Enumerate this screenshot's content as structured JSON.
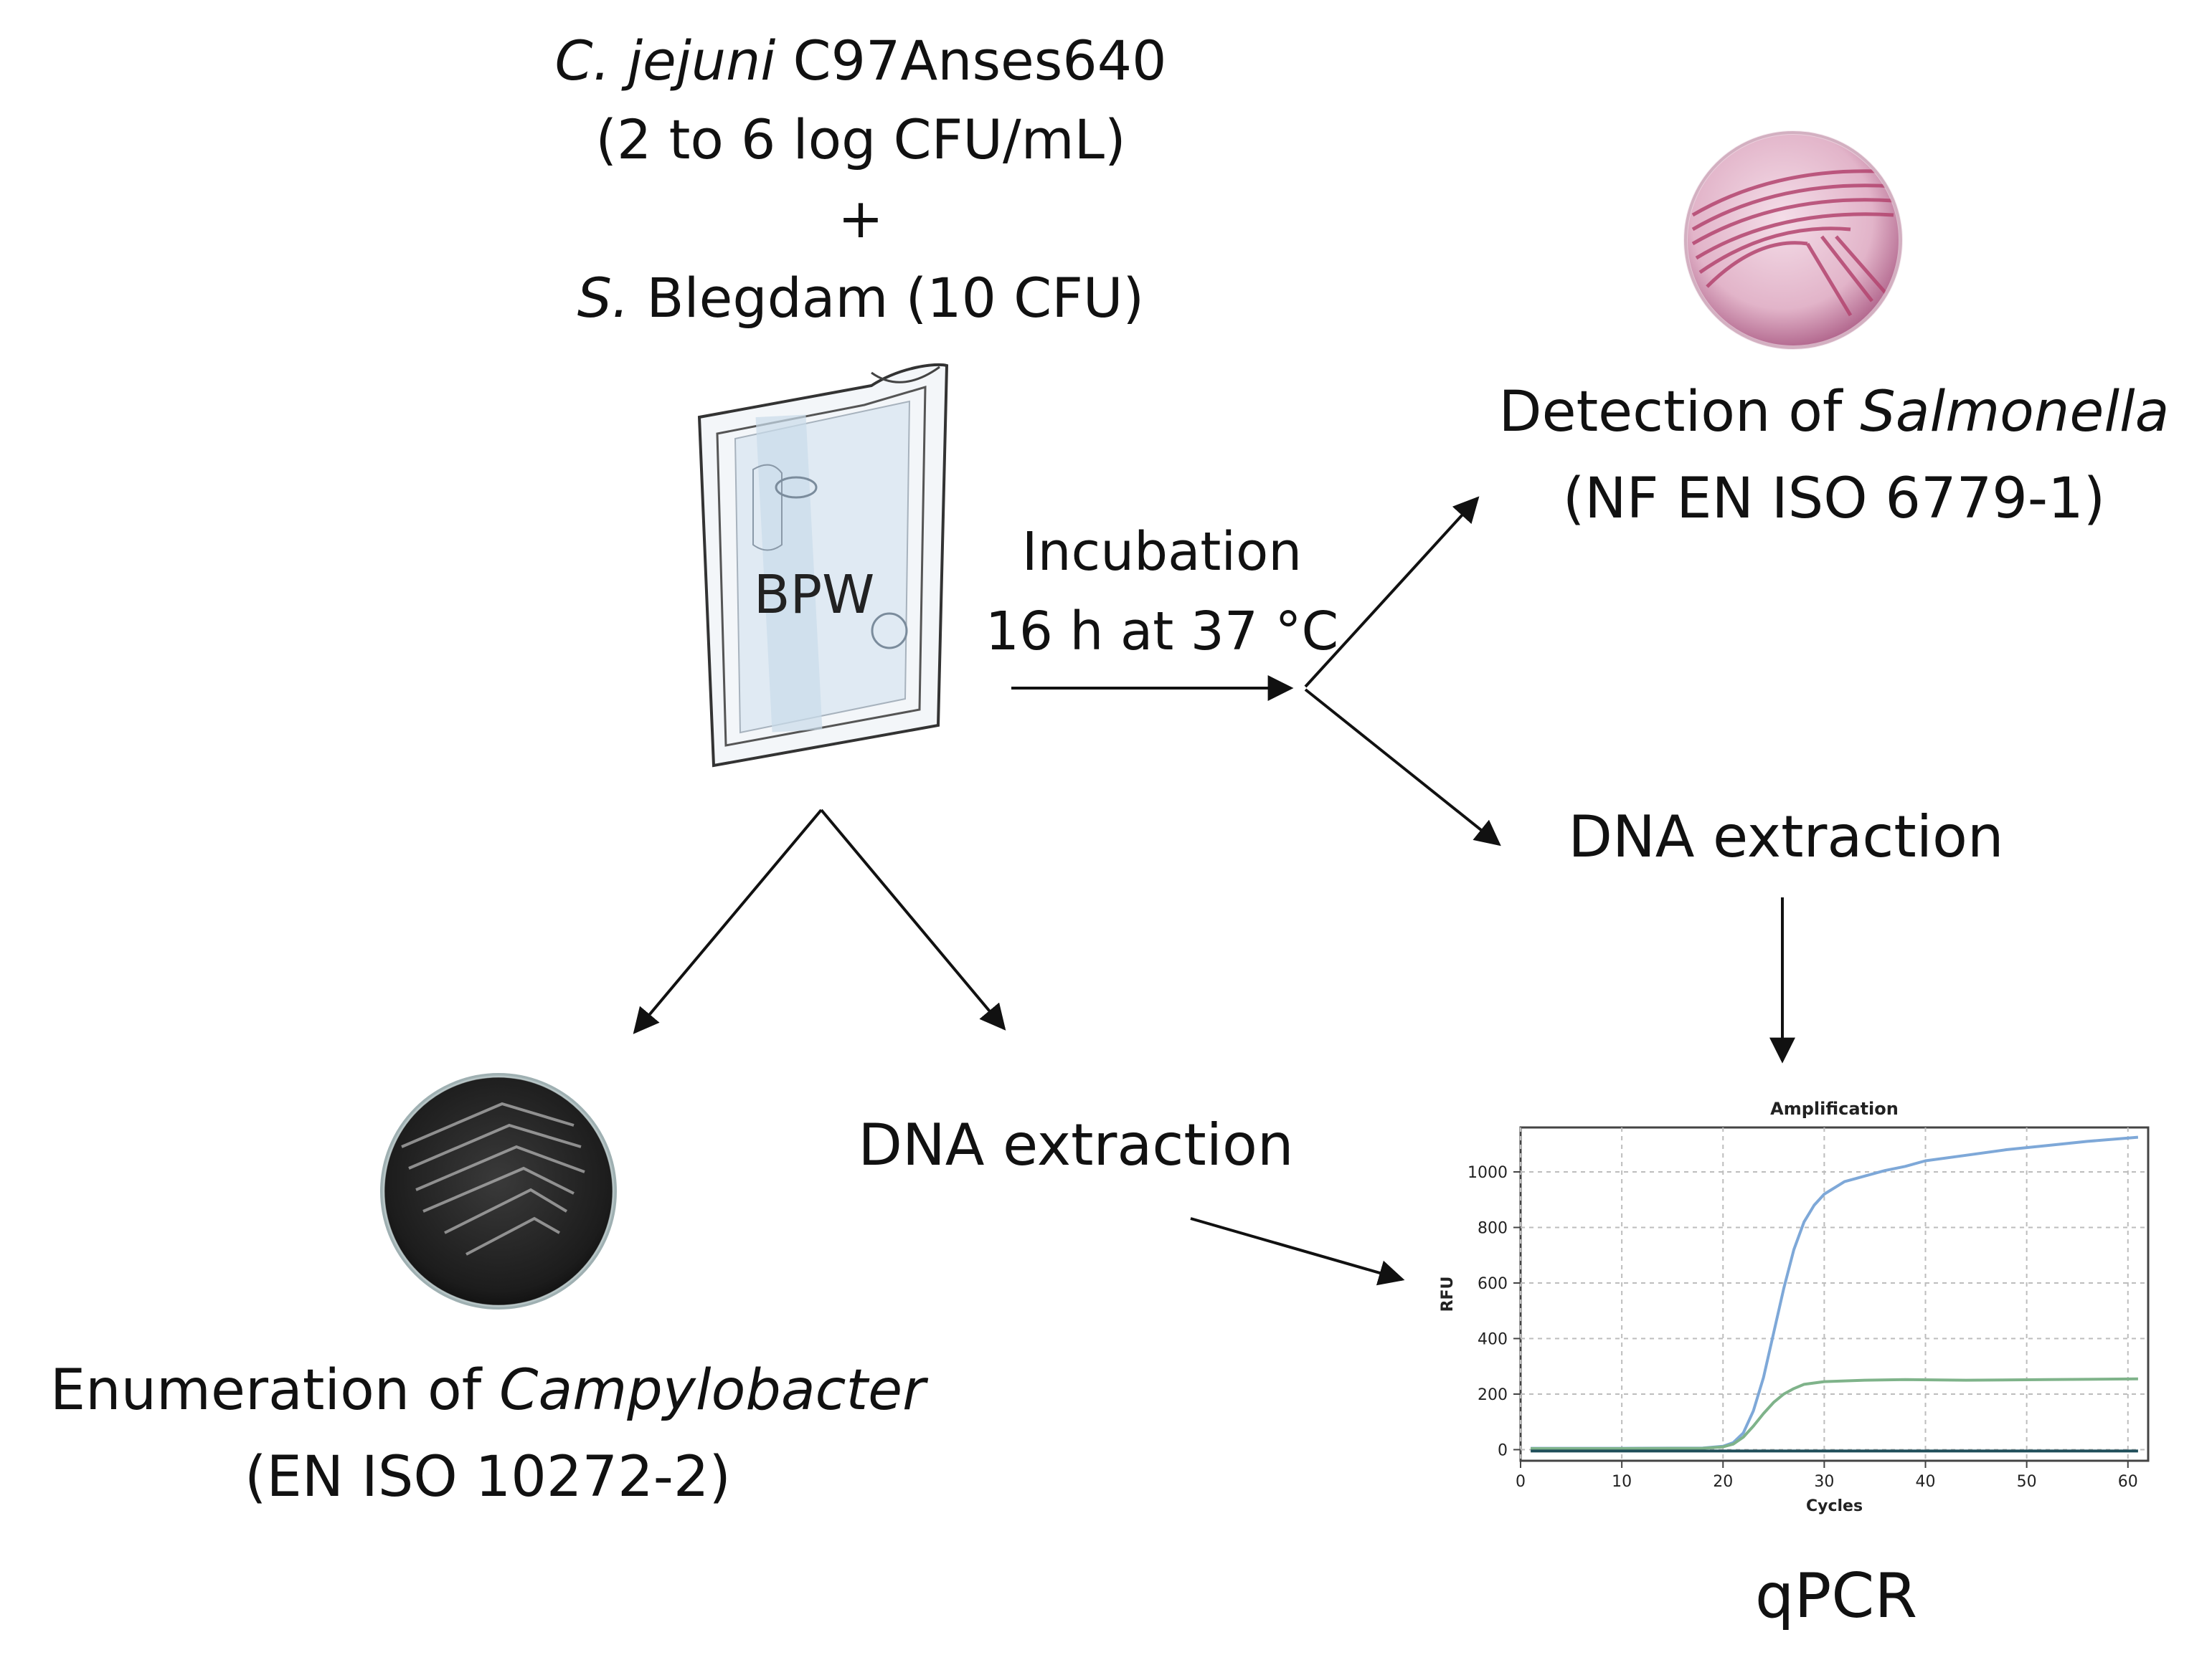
{
  "inoculum": {
    "line1_italic": "C. jejuni",
    "line1_rest": " C97Anses640",
    "line2": "(2 to 6 log CFU/mL)",
    "plus": "+",
    "line4_italic": "S.",
    "line4_rest": " Blegdam (10 CFU)"
  },
  "bag_label": "BPW",
  "incubation": {
    "line1": "Incubation",
    "line2": "16 h at 37 °C"
  },
  "detection": {
    "prefix": "Detection of ",
    "italic": "Salmonella",
    "standard": "(NF EN ISO 6779-1)"
  },
  "enumeration": {
    "prefix": "Enumeration of ",
    "italic": "Campylobacter",
    "standard": "(EN ISO 10272-2)"
  },
  "dna_extraction_left": "DNA extraction",
  "dna_extraction_right": "DNA extraction",
  "qpcr_label": "qPCR",
  "chart_data": {
    "type": "line",
    "title": "Amplification",
    "xlabel": "Cycles",
    "ylabel": "RFU",
    "xlim": [
      0,
      62
    ],
    "ylim": [
      -40,
      1160
    ],
    "xticks": [
      0,
      10,
      20,
      30,
      40,
      50,
      60
    ],
    "yticks": [
      0,
      200,
      400,
      600,
      800,
      1000
    ],
    "grid": true,
    "series": [
      {
        "color": "#7ea8d8",
        "x": [
          1,
          10,
          18,
          20,
          21,
          22,
          23,
          24,
          25,
          26,
          27,
          28,
          29,
          30,
          32,
          34,
          36,
          38,
          40,
          44,
          48,
          52,
          56,
          61
        ],
        "values": [
          5,
          5,
          6,
          12,
          25,
          60,
          140,
          260,
          420,
          580,
          720,
          820,
          880,
          920,
          965,
          985,
          1005,
          1020,
          1040,
          1060,
          1080,
          1095,
          1110,
          1125
        ]
      },
      {
        "color": "#7fb38a",
        "x": [
          1,
          10,
          18,
          20,
          21,
          22,
          23,
          24,
          25,
          26,
          27,
          28,
          30,
          34,
          38,
          44,
          52,
          61
        ],
        "values": [
          4,
          4,
          5,
          10,
          20,
          45,
          85,
          130,
          170,
          200,
          220,
          235,
          245,
          250,
          252,
          250,
          252,
          255
        ]
      },
      {
        "color": "#1f4e5a",
        "x": [
          1,
          61
        ],
        "values": [
          -5,
          -5
        ]
      }
    ]
  },
  "colors": {
    "arrow": "#111111",
    "salmonella_plate": "#c2618e",
    "campylobacter_plate": "#2a2a2a"
  }
}
